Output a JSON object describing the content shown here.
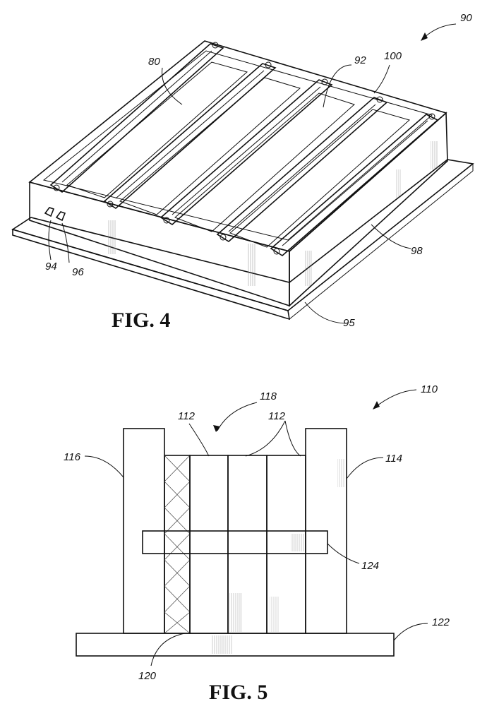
{
  "fig4": {
    "caption": "FIG. 4",
    "labels": {
      "l90": "90",
      "l80": "80",
      "l92": "92",
      "l100": "100",
      "l94": "94",
      "l96": "96",
      "l98": "98",
      "l95": "95"
    }
  },
  "fig5": {
    "caption": "FIG. 5",
    "labels": {
      "l110": "110",
      "l118": "118",
      "l112a": "112",
      "l112b": "112",
      "l116": "116",
      "l114": "114",
      "l124": "124",
      "l122": "122",
      "l120": "120"
    }
  },
  "colors": {
    "ink": "#111111",
    "paper": "#ffffff"
  }
}
